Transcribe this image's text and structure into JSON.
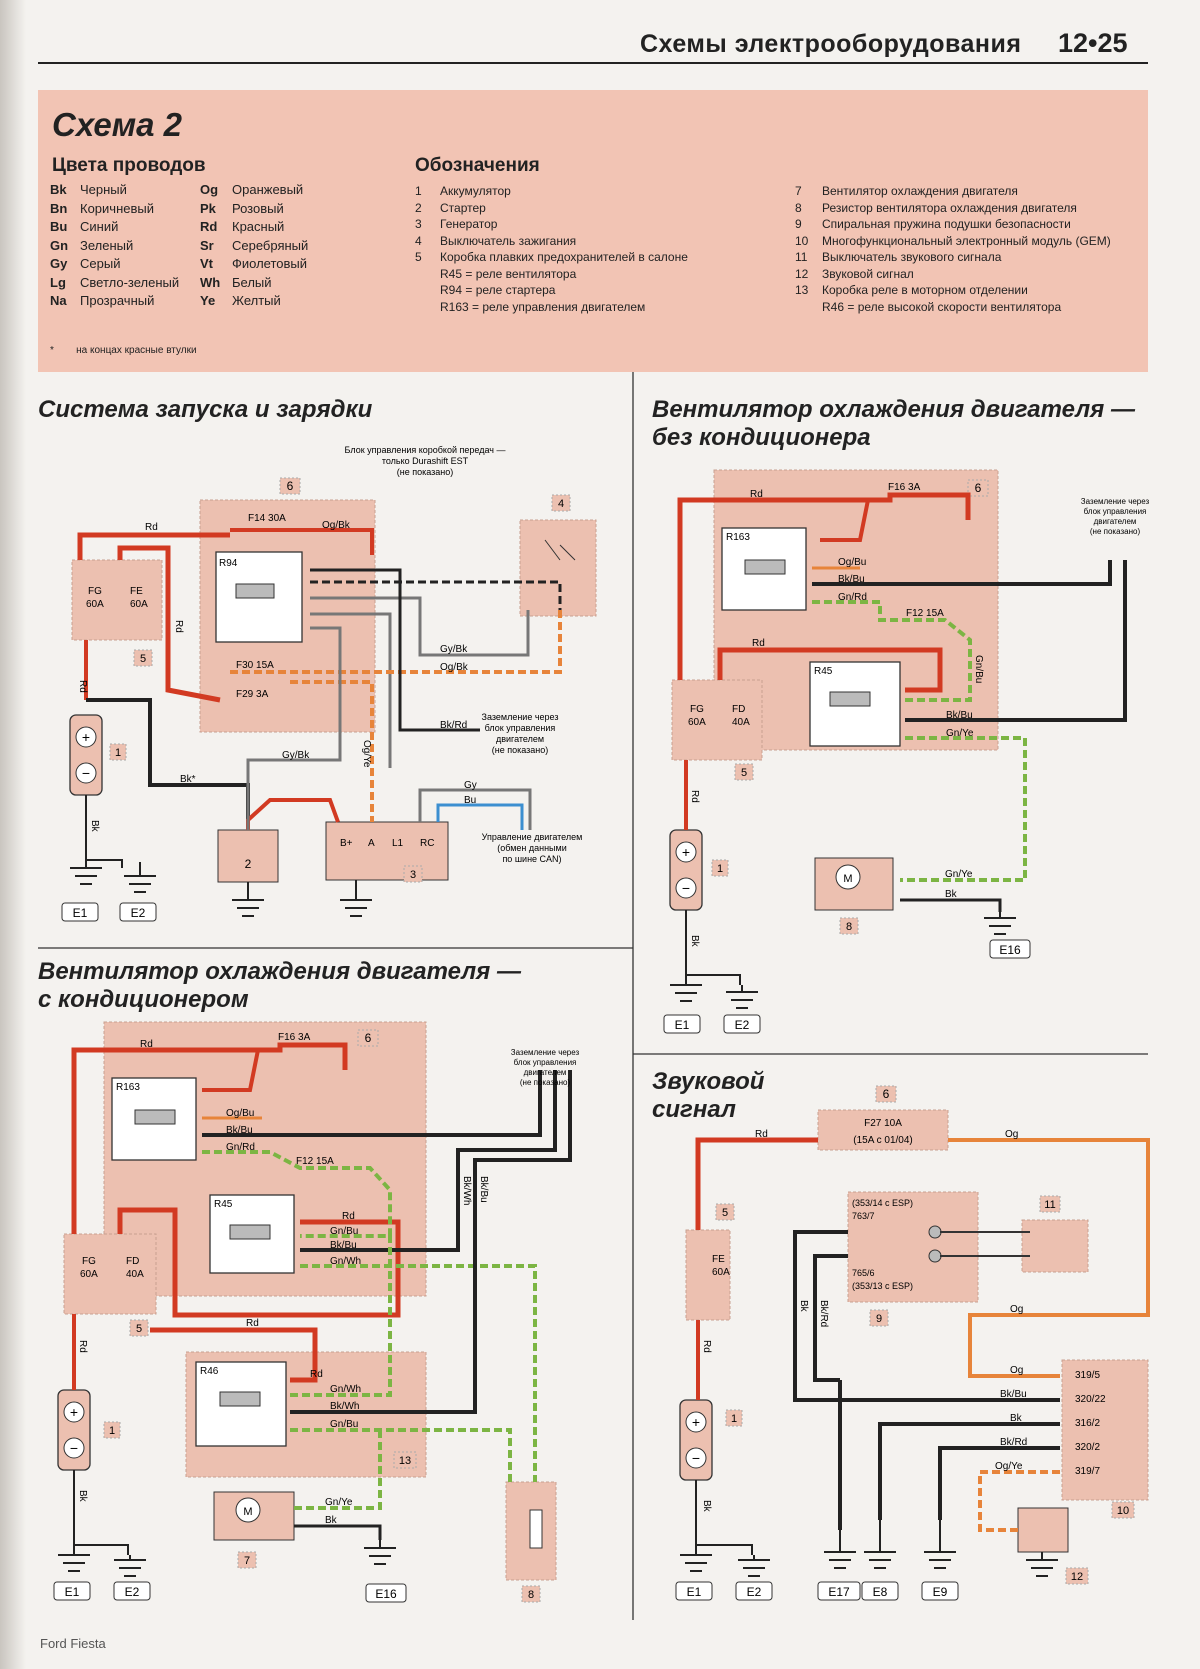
{
  "header": {
    "title": "Схемы электрооборудования",
    "page_number": "12•25"
  },
  "legend": {
    "title": "Схема 2",
    "wire_colors_heading": "Цвета проводов",
    "wire_colors_left": [
      {
        "code": "Bk",
        "name": "Черный"
      },
      {
        "code": "Bn",
        "name": "Коричневый"
      },
      {
        "code": "Bu",
        "name": "Синий"
      },
      {
        "code": "Gn",
        "name": "Зеленый"
      },
      {
        "code": "Gy",
        "name": "Серый"
      },
      {
        "code": "Lg",
        "name": "Светло-зеленый"
      },
      {
        "code": "Na",
        "name": "Прозрачный"
      }
    ],
    "wire_colors_right": [
      {
        "code": "Og",
        "name": "Оранжевый"
      },
      {
        "code": "Pk",
        "name": "Розовый"
      },
      {
        "code": "Rd",
        "name": "Красный"
      },
      {
        "code": "Sr",
        "name": "Серебряный"
      },
      {
        "code": "Vt",
        "name": "Фиолетовый"
      },
      {
        "code": "Wh",
        "name": "Белый"
      },
      {
        "code": "Ye",
        "name": "Желтый"
      }
    ],
    "designations_heading": "Обозначения",
    "designations_left": [
      {
        "num": "1",
        "text": "Аккумулятор"
      },
      {
        "num": "2",
        "text": "Стартер"
      },
      {
        "num": "3",
        "text": "Генератор"
      },
      {
        "num": "4",
        "text": "Выключатель зажигания"
      },
      {
        "num": "5",
        "text": "Коробка плавких предохранителей в салоне"
      },
      {
        "num": "",
        "text": "R45 = реле вентилятора"
      },
      {
        "num": "",
        "text": "R94 = реле стартера"
      },
      {
        "num": "",
        "text": "R163 = реле управления двигателем"
      }
    ],
    "designations_right": [
      {
        "num": "7",
        "text": "Вентилятор охлаждения двигателя"
      },
      {
        "num": "8",
        "text": "Резистор вентилятора охлаждения двигателя"
      },
      {
        "num": "9",
        "text": "Спиральная пружина подушки безопасности"
      },
      {
        "num": "10",
        "text": "Многофункциональный электронный модуль (GEM)"
      },
      {
        "num": "11",
        "text": "Выключатель звукового сигнала"
      },
      {
        "num": "12",
        "text": "Звуковой сигнал"
      },
      {
        "num": "13",
        "text": "Коробка реле в моторном отделении"
      },
      {
        "num": "",
        "text": "R46 = реле высокой скорости вентилятора"
      }
    ],
    "footnote_mark": "*",
    "footnote": "на концах красные втулки"
  },
  "sections": {
    "start_charge": "Система запуска и зарядки",
    "fan_no_ac_1": "Вентилятор охлаждения двигателя —",
    "fan_no_ac_2": "без кондиционера",
    "fan_ac_1": "Вентилятор охлаждения двигателя —",
    "fan_ac_2": "с кондиционером",
    "horn_1": "Звуковой",
    "horn_2": "сигнал"
  },
  "notes": {
    "gearbox_1": "Блок управления коробкой передач —",
    "gearbox_2": "только Durashift EST",
    "gearbox_3": "(не показано)",
    "ground_via_1": "Заземление через",
    "ground_via_2": "блок управления",
    "ground_via_3": "двигателем",
    "not_shown": "(не показано)",
    "can_1": "Управление двигателем",
    "can_2": "(обмен данными",
    "can_3": "по шине CAN)"
  },
  "labels": {
    "r94": "R94",
    "r163": "R163",
    "r45": "R45",
    "r46": "R46",
    "f14": "F14 30A",
    "f30": "F30 15A",
    "f29": "F29 3A",
    "f16": "F16 3A",
    "f12": "F12 15A",
    "f27": "F27 10A",
    "f27b": "(15A с 01/04)",
    "fg": "FG",
    "fe": "FE",
    "fd": "FD",
    "a60": "60A",
    "a40": "40A",
    "b_plus": "B+",
    "a": "A",
    "l1": "L1",
    "rc": "RC",
    "e1": "E1",
    "e2": "E2",
    "e16": "E16",
    "e17": "E17",
    "e8": "E8",
    "e9": "E9",
    "pin_353_14": "(353/14 с ESP)",
    "pin_763_7": "763/7",
    "pin_765_6": "765/6",
    "pin_353_13": "(353/13 с ESP)",
    "pin_319_5": "319/5",
    "pin_320_22": "320/22",
    "pin_316_2": "316/2",
    "pin_320_2": "320/2",
    "pin_319_7": "319/7"
  },
  "wire_codes": {
    "rd": "Rd",
    "og_bk": "Og/Bk",
    "gy_bk": "Gy/Bk",
    "bk_rd": "Bk/Rd",
    "og_ye": "Og/Ye",
    "bk_star": "Bk*",
    "bk": "Bk",
    "gy": "Gy",
    "bu": "Bu",
    "og_bu": "Og/Bu",
    "bk_bu": "Bk/Bu",
    "gn_rd": "Gn/Rd",
    "gn_bu": "Gn/Bu",
    "gn_ye": "Gn/Ye",
    "gn_wh": "Gn/Wh",
    "bk_wh": "Bk/Wh",
    "og": "Og",
    "og_ye2": "Og/Ye"
  },
  "numbers": {
    "n1": "1",
    "n2": "2",
    "n3": "3",
    "n4": "4",
    "n5": "5",
    "n6": "6",
    "n7": "7",
    "n8": "8",
    "n9": "9",
    "n10": "10",
    "n11": "11",
    "n12": "12",
    "n13": "13"
  },
  "footer": "Ford Fiesta",
  "colors": {
    "legend_bg": "#f2c4b4",
    "box_bg": "#ecc0b0",
    "red_wire": "#d23a22",
    "orange_wire": "#e7843a",
    "green_wire": "#7cb543",
    "blue_wire": "#3c8fd0"
  }
}
